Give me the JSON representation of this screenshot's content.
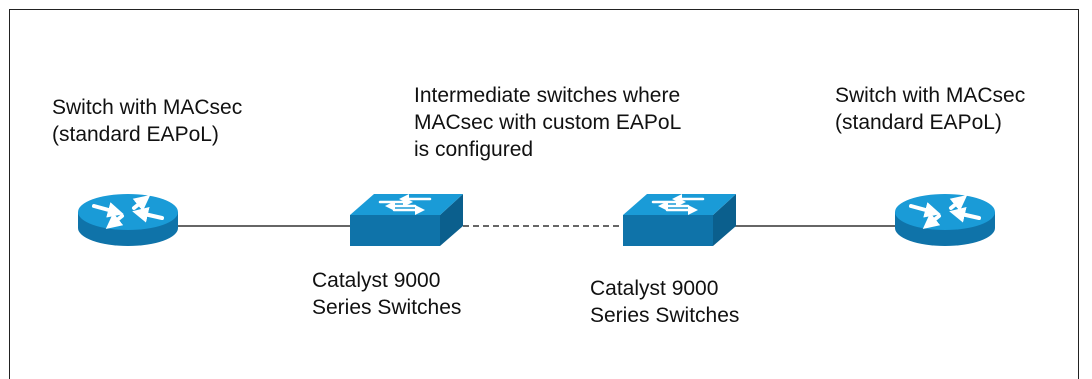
{
  "colors": {
    "device_fill": "#1a9bd7",
    "device_side": "#0f73a9",
    "link_line": "#333333",
    "border": "#222222",
    "text": "#111111"
  },
  "icons": {
    "left_router": "router-icon",
    "left_switch": "switch-icon",
    "right_switch": "switch-icon",
    "right_router": "router-icon"
  },
  "labels": {
    "left_router": [
      "Switch with MACsec",
      "(standard EAPoL)"
    ],
    "middle_top": [
      "Intermediate switches where",
      "MACsec with custom EAPoL",
      "is configured"
    ],
    "right_router": [
      "Switch with MACsec",
      "(standard EAPoL)"
    ],
    "left_switch": [
      "Catalyst 9000",
      "Series Switches"
    ],
    "right_switch": [
      "Catalyst 9000",
      "Series Switches"
    ]
  },
  "links": [
    {
      "from": "left_router",
      "to": "left_switch",
      "style": "solid"
    },
    {
      "from": "left_switch",
      "to": "right_switch",
      "style": "dashed"
    },
    {
      "from": "right_switch",
      "to": "right_router",
      "style": "solid"
    }
  ]
}
